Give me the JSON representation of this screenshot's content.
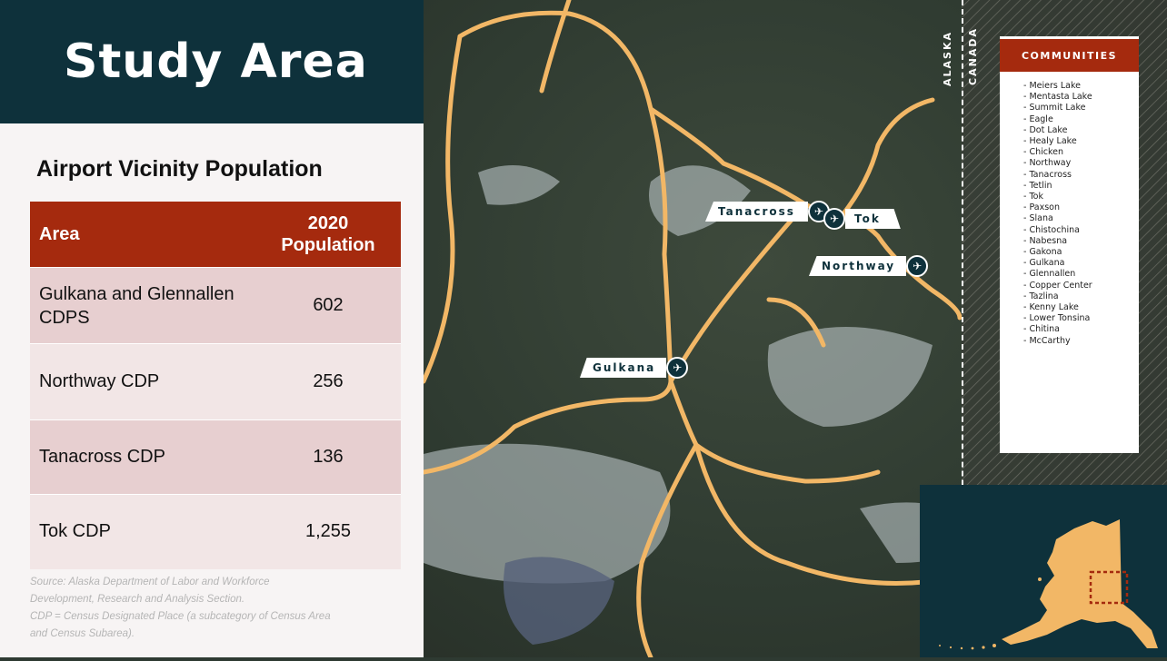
{
  "header": {
    "title": "Study Area"
  },
  "table": {
    "subtitle": "Airport Vicinity Population",
    "col_area": "Area",
    "col_pop_line1": "2020",
    "col_pop_line2": "Population",
    "rows": [
      {
        "area": "Gulkana and Glennallen CDPS",
        "population": "602"
      },
      {
        "area": "Northway CDP",
        "population": "256"
      },
      {
        "area": "Tanacross CDP",
        "population": "136"
      },
      {
        "area": "Tok CDP",
        "population": "1,255"
      }
    ]
  },
  "source": {
    "line1": "Source: Alaska Department of Labor and Workforce",
    "line2": "Development, Research and Analysis Section.",
    "line3": "CDP = Census Designated Place (a subcategory of Census Area",
    "line4": "and Census Subarea)."
  },
  "map": {
    "country_left": "ALASKA",
    "country_right": "CANADA",
    "airports": {
      "tanacross": "Tanacross",
      "tok": "Tok",
      "northway": "Northway",
      "gulkana": "Gulkana"
    },
    "airport_icon": "airplane-icon",
    "road_color": "#f2b766"
  },
  "communities": {
    "title": "COMMUNITIES",
    "items": [
      "- Meiers Lake",
      "- Mentasta Lake",
      "- Summit Lake",
      "- Eagle",
      "- Dot Lake",
      "- Healy Lake",
      "- Chicken",
      "- Northway",
      "- Tanacross",
      "- Tetlin",
      "- Tok",
      "- Paxson",
      "- Slana",
      "- Chistochina",
      "- Nabesna",
      "- Gakona",
      "- Gulkana",
      "- Glennallen",
      "- Copper Center",
      "- Tazlina",
      "- Kenny Lake",
      "- Lower Tonsina",
      "- Chitina",
      "- McCarthy"
    ]
  },
  "colors": {
    "navy": "#0e313b",
    "red": "#a52a0e",
    "alaska": "#f2b766"
  }
}
